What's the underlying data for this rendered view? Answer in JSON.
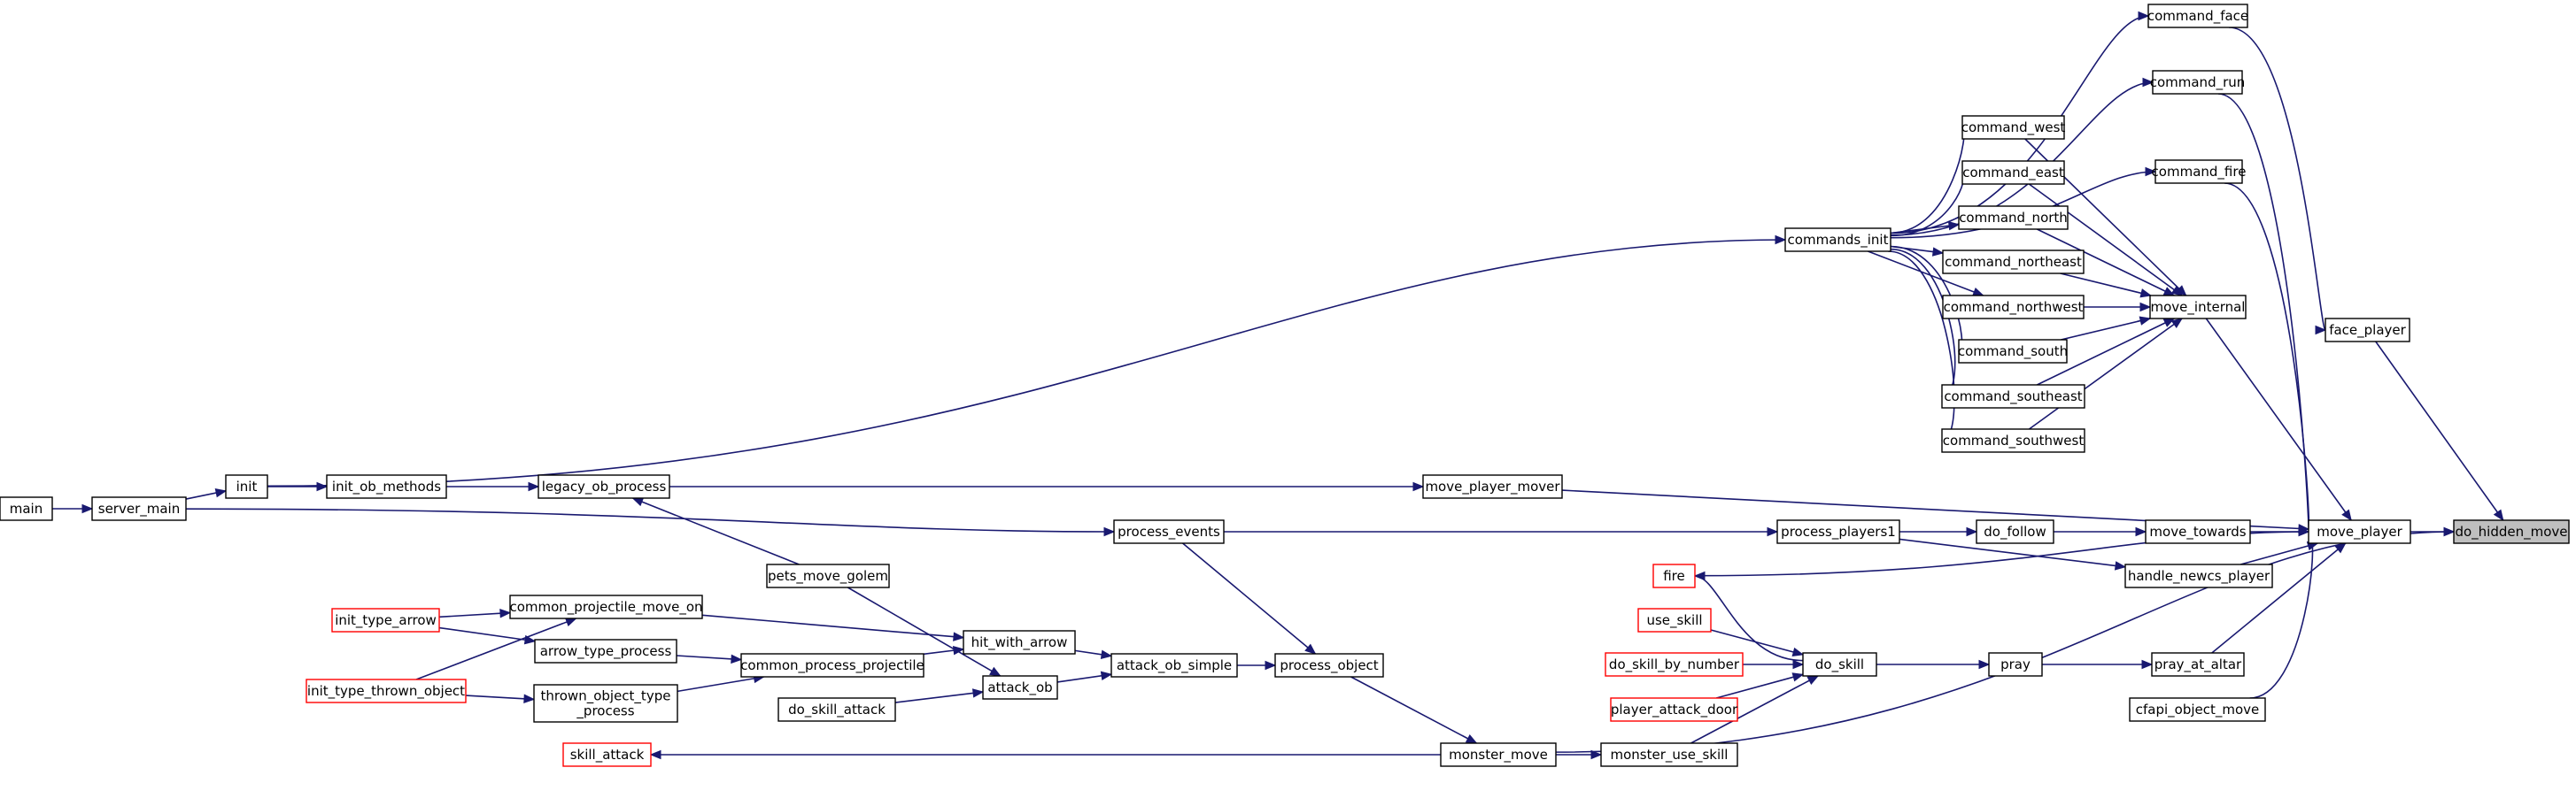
{
  "graph": {
    "nodes": [
      {
        "id": "do_hidden_move",
        "label": "do_hidden_move",
        "highlight": true
      },
      {
        "id": "command_face",
        "label": "command_face"
      },
      {
        "id": "command_run",
        "label": "command_run"
      },
      {
        "id": "command_fire",
        "label": "command_fire"
      },
      {
        "id": "face_player",
        "label": "face_player"
      },
      {
        "id": "command_west",
        "label": "command_west"
      },
      {
        "id": "command_east",
        "label": "command_east"
      },
      {
        "id": "command_north",
        "label": "command_north"
      },
      {
        "id": "command_northeast",
        "label": "command_northeast"
      },
      {
        "id": "command_northwest",
        "label": "command_northwest"
      },
      {
        "id": "command_south",
        "label": "command_south"
      },
      {
        "id": "command_southeast",
        "label": "command_southeast"
      },
      {
        "id": "command_southwest",
        "label": "command_southwest"
      },
      {
        "id": "commands_init",
        "label": "commands_init"
      },
      {
        "id": "move_internal",
        "label": "move_internal"
      },
      {
        "id": "move_player",
        "label": "move_player"
      },
      {
        "id": "move_player_mover",
        "label": "move_player_mover"
      },
      {
        "id": "init",
        "label": "init"
      },
      {
        "id": "init_ob_methods",
        "label": "init_ob_methods"
      },
      {
        "id": "legacy_ob_process",
        "label": "legacy_ob_process"
      },
      {
        "id": "main",
        "label": "main"
      },
      {
        "id": "server_main",
        "label": "server_main"
      },
      {
        "id": "process_events",
        "label": "process_events"
      },
      {
        "id": "process_players1",
        "label": "process_players1"
      },
      {
        "id": "do_follow",
        "label": "do_follow"
      },
      {
        "id": "move_towards",
        "label": "move_towards"
      },
      {
        "id": "handle_newcs_player",
        "label": "handle_newcs_player"
      },
      {
        "id": "pets_move_golem",
        "label": "pets_move_golem"
      },
      {
        "id": "fire",
        "label": "fire",
        "red": true
      },
      {
        "id": "use_skill",
        "label": "use_skill",
        "red": true
      },
      {
        "id": "do_skill_by_number",
        "label": "do_skill_by_number",
        "red": true
      },
      {
        "id": "player_attack_door",
        "label": "player_attack_door",
        "red": true
      },
      {
        "id": "do_skill",
        "label": "do_skill"
      },
      {
        "id": "pray",
        "label": "pray"
      },
      {
        "id": "pray_at_altar",
        "label": "pray_at_altar"
      },
      {
        "id": "cfapi_object_move",
        "label": "cfapi_object_move"
      },
      {
        "id": "init_type_arrow",
        "label": "init_type_arrow",
        "red": true
      },
      {
        "id": "common_projectile_move_on",
        "label": "common_projectile_move_on"
      },
      {
        "id": "arrow_type_process",
        "label": "arrow_type_process"
      },
      {
        "id": "common_process_projectile",
        "label": "common_process_projectile"
      },
      {
        "id": "hit_with_arrow",
        "label": "hit_with_arrow"
      },
      {
        "id": "attack_ob_simple",
        "label": "attack_ob_simple"
      },
      {
        "id": "process_object",
        "label": "process_object"
      },
      {
        "id": "init_type_thrown_object",
        "label": "init_type_thrown_object",
        "red": true
      },
      {
        "id": "thrown_object_type_process",
        "label": [
          "thrown_object_type",
          "_process"
        ]
      },
      {
        "id": "attack_ob",
        "label": "attack_ob"
      },
      {
        "id": "do_skill_attack",
        "label": "do_skill_attack"
      },
      {
        "id": "skill_attack",
        "label": "skill_attack",
        "red": true
      },
      {
        "id": "monster_move",
        "label": "monster_move"
      },
      {
        "id": "monster_use_skill",
        "label": "monster_use_skill"
      }
    ],
    "edges": [
      {
        "from": "command_face",
        "to": "face_player"
      },
      {
        "from": "face_player",
        "to": "do_hidden_move"
      },
      {
        "from": "command_run",
        "to": "move_player"
      },
      {
        "from": "command_fire",
        "to": "move_player"
      },
      {
        "from": "move_internal",
        "to": "move_player"
      },
      {
        "from": "move_player_mover",
        "to": "move_player"
      },
      {
        "from": "move_towards",
        "to": "move_player"
      },
      {
        "from": "handle_newcs_player",
        "to": "move_player"
      },
      {
        "from": "fire",
        "to": "move_player"
      },
      {
        "from": "pray_at_altar",
        "to": "move_player"
      },
      {
        "from": "cfapi_object_move",
        "to": "move_player"
      },
      {
        "from": "move_player",
        "to": "do_hidden_move"
      },
      {
        "from": "command_west",
        "to": "move_internal"
      },
      {
        "from": "command_east",
        "to": "move_internal"
      },
      {
        "from": "command_north",
        "to": "move_internal"
      },
      {
        "from": "command_northeast",
        "to": "move_internal"
      },
      {
        "from": "command_northwest",
        "to": "move_internal"
      },
      {
        "from": "command_south",
        "to": "move_internal"
      },
      {
        "from": "command_southeast",
        "to": "move_internal"
      },
      {
        "from": "command_southwest",
        "to": "move_internal"
      },
      {
        "from": "commands_init",
        "to": "command_face"
      },
      {
        "from": "commands_init",
        "to": "command_run"
      },
      {
        "from": "commands_init",
        "to": "command_fire"
      },
      {
        "from": "commands_init",
        "to": "command_west"
      },
      {
        "from": "commands_init",
        "to": "command_east"
      },
      {
        "from": "commands_init",
        "to": "command_north"
      },
      {
        "from": "commands_init",
        "to": "command_northeast"
      },
      {
        "from": "commands_init",
        "to": "command_northwest"
      },
      {
        "from": "commands_init",
        "to": "command_south"
      },
      {
        "from": "commands_init",
        "to": "command_southeast"
      },
      {
        "from": "commands_init",
        "to": "command_southwest"
      },
      {
        "from": "init",
        "to": "commands_init"
      },
      {
        "from": "init",
        "to": "init_ob_methods"
      },
      {
        "from": "init_ob_methods",
        "to": "legacy_ob_process"
      },
      {
        "from": "legacy_ob_process",
        "to": "move_player_mover"
      },
      {
        "from": "main",
        "to": "server_main"
      },
      {
        "from": "server_main",
        "to": "init"
      },
      {
        "from": "server_main",
        "to": "process_events"
      },
      {
        "from": "process_events",
        "to": "process_players1"
      },
      {
        "from": "process_players1",
        "to": "do_follow"
      },
      {
        "from": "do_follow",
        "to": "move_towards"
      },
      {
        "from": "process_players1",
        "to": "handle_newcs_player"
      },
      {
        "from": "pets_move_golem",
        "to": "legacy_ob_process"
      },
      {
        "from": "use_skill",
        "to": "do_skill"
      },
      {
        "from": "do_skill_by_number",
        "to": "do_skill"
      },
      {
        "from": "player_attack_door",
        "to": "do_skill"
      },
      {
        "from": "monster_use_skill",
        "to": "do_skill"
      },
      {
        "from": "do_skill",
        "to": "fire"
      },
      {
        "from": "do_skill",
        "to": "pray"
      },
      {
        "from": "pray",
        "to": "pray_at_altar"
      },
      {
        "from": "init_type_arrow",
        "to": "common_projectile_move_on"
      },
      {
        "from": "init_type_arrow",
        "to": "arrow_type_process"
      },
      {
        "from": "init_type_thrown_object",
        "to": "common_projectile_move_on"
      },
      {
        "from": "init_type_thrown_object",
        "to": "thrown_object_type_process"
      },
      {
        "from": "arrow_type_process",
        "to": "common_process_projectile"
      },
      {
        "from": "thrown_object_type_process",
        "to": "common_process_projectile"
      },
      {
        "from": "common_process_projectile",
        "to": "hit_with_arrow"
      },
      {
        "from": "common_projectile_move_on",
        "to": "hit_with_arrow"
      },
      {
        "from": "hit_with_arrow",
        "to": "attack_ob_simple"
      },
      {
        "from": "attack_ob",
        "to": "attack_ob_simple"
      },
      {
        "from": "pets_move_golem",
        "to": "attack_ob"
      },
      {
        "from": "do_skill_attack",
        "to": "attack_ob"
      },
      {
        "from": "attack_ob_simple",
        "to": "process_object"
      },
      {
        "from": "process_events",
        "to": "process_object"
      },
      {
        "from": "process_object",
        "to": "monster_move"
      },
      {
        "from": "monster_move",
        "to": "skill_attack"
      },
      {
        "from": "monster_move",
        "to": "monster_use_skill"
      },
      {
        "from": "monster_move",
        "to": "do_hidden_move"
      }
    ]
  }
}
